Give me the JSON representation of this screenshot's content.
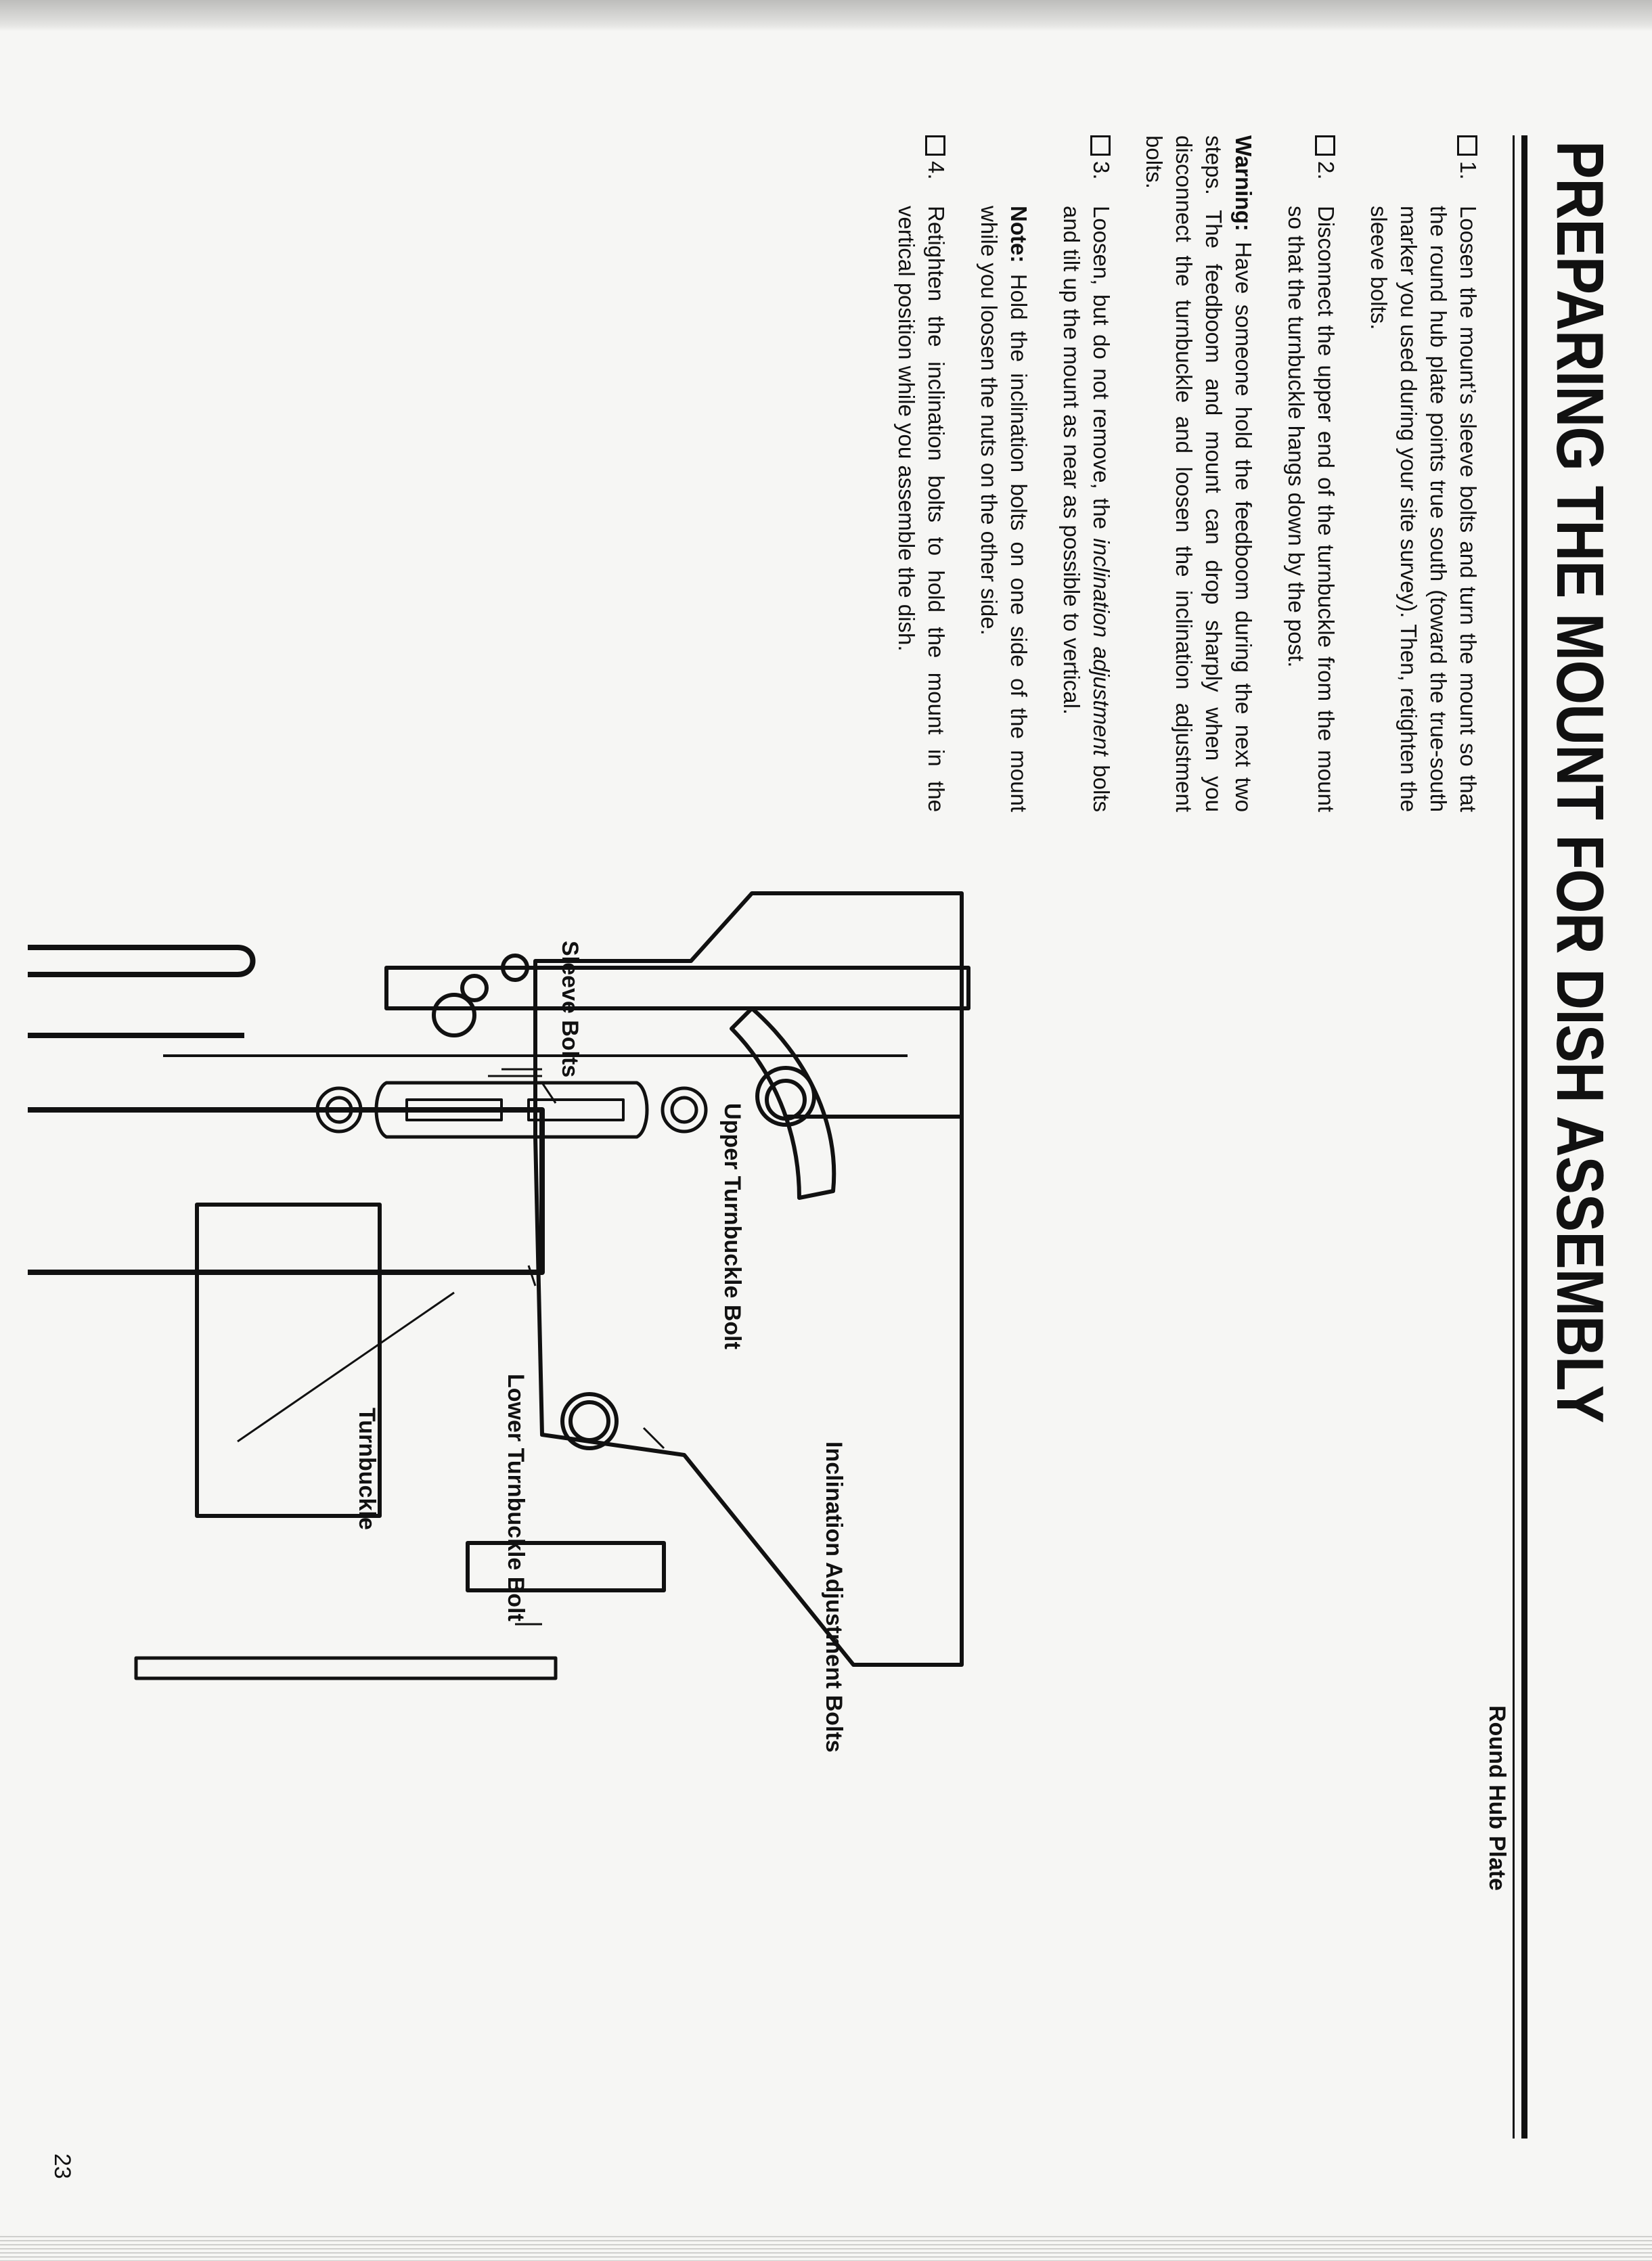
{
  "title": "PREPARING THE MOUNT FOR DISH ASSEMBLY",
  "page_number": "23",
  "steps": [
    {
      "num": "1.",
      "text": "Loosen the mount’s sleeve bolts and turn the mount so that the round hub plate points true south (toward the true-south marker you used during your site survey). Then, retighten the sleeve bolts."
    },
    {
      "num": "2.",
      "text": "Disconnect the upper end of the turnbuckle from the mount so that the turnbuckle hangs down by the post."
    }
  ],
  "warning": {
    "label": "Warning:",
    "text": " Have someone hold the feedboom during the next two steps. The feedboom and mount can drop sharply when you disconnect the turnbuckle and loosen the inclination adjustment bolts."
  },
  "step3": {
    "num": "3.",
    "pre": "Loosen, but do not remove, the ",
    "italic": "inclination adjustment",
    "post": " bolts and tilt up the mount as near as possible to vertical."
  },
  "note": {
    "label": "Note:",
    "text": " Hold the inclination bolts on one side of the mount while you loosen the nuts on the other side."
  },
  "step4": {
    "num": "4.",
    "text": "Retighten the inclination bolts to hold the mount in the vertical position while you assemble the dish."
  },
  "labels": {
    "round_hub_plate": "Round Hub Plate",
    "sleeve_bolts": "Sleeve Bolts",
    "upper_turnbuckle_bolt": "Upper Turnbuckle Bolt",
    "inclination_adjustment_bolts": "Inclination Adjustment Bolts",
    "lower_turnbuckle_bolt": "Lower Turnbuckle Bolt",
    "turnbuckle": "Turnbuckle"
  }
}
